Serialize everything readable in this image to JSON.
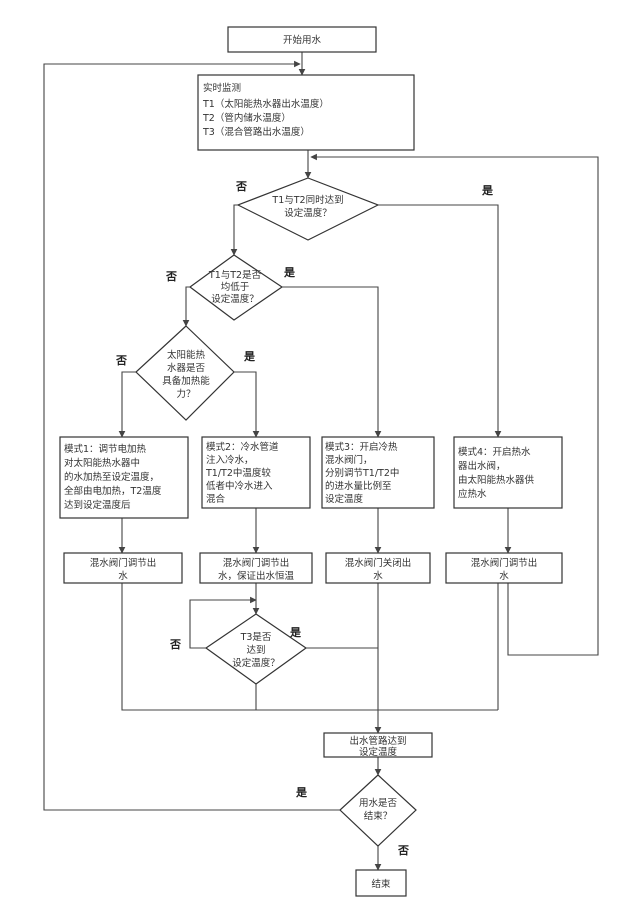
{
  "nodes": {
    "start": [
      "开始用水"
    ],
    "detect": [
      "实时监测",
      "T1（太阳能热水器出水温度）",
      "T2（管内储水温度）",
      "T3（混合管路出水温度）"
    ],
    "d1": [
      "T1与T2同时达到",
      "设定温度？"
    ],
    "d2": [
      "T1与T2是否",
      "均低于",
      "设定温度？"
    ],
    "d3": [
      "太阳能热",
      "水器是否",
      "具备加热能",
      "力？"
    ],
    "m1": [
      "模式1：调节电加热",
      "对太阳能热水器中",
      "的水加热至设定温度，",
      "全部由电加热，T2温度",
      "达到设定温度后"
    ],
    "m2": [
      "模式2：冷水管道",
      "注入冷水，",
      "T1/T2中温度较",
      "低者中冷水进入",
      "混合"
    ],
    "m3": [
      "模式3：开启冷热",
      "混水阀门，",
      "分别调节T1/T2中",
      "的进水量比例至",
      "设定温度"
    ],
    "m4": [
      "模式4：开启热水",
      "器出水阀，",
      "由太阳能热水器供",
      "应热水"
    ],
    "a1": [
      "混水阀门调节出",
      "水"
    ],
    "a2": [
      "混水阀门调节出",
      "水，保证出水恒温"
    ],
    "a3": [
      "混水阀门关闭出",
      "水"
    ],
    "a4": [
      "混水阀门调节出",
      "水"
    ],
    "d4": [
      "T3是否",
      "达到",
      "设定温度？"
    ],
    "out": [
      "出水管路达到",
      "设定温度"
    ],
    "d5": [
      "用水是否",
      "结束？"
    ],
    "end": [
      "结束"
    ]
  },
  "labels": {
    "yes": "是",
    "no": "否"
  }
}
